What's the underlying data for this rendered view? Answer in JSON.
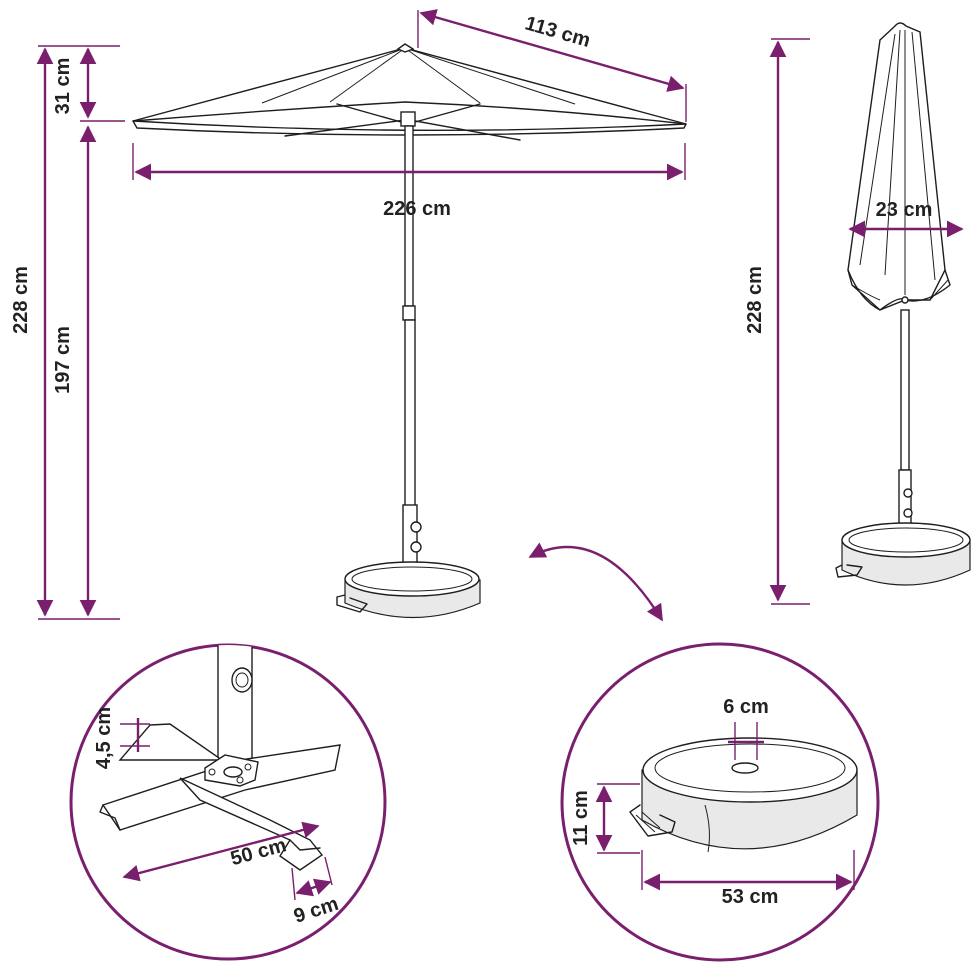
{
  "colors": {
    "dimension": "#7a1f6e",
    "drawing": "#1e1e1e",
    "background": "#ffffff"
  },
  "labels": {
    "rib_length": "113 cm",
    "canopy_height": "31 cm",
    "canopy_diameter": "226 cm",
    "total_height_open": "228 cm",
    "pole_clearance": "197 cm",
    "total_height_closed": "228 cm",
    "closed_diameter": "23 cm",
    "cross_base_height": "4,5 cm",
    "cross_base_length": "50 cm",
    "cross_base_width": "9 cm",
    "base_hole": "6 cm",
    "base_height": "11 cm",
    "base_diameter": "53 cm"
  }
}
